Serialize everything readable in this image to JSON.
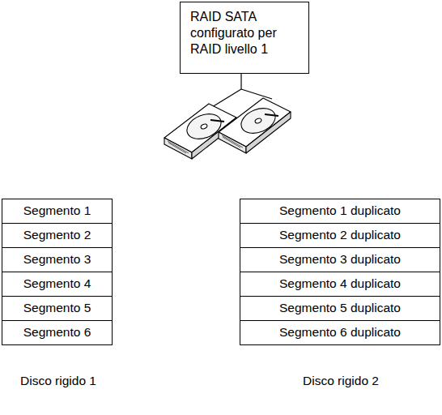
{
  "diagram": {
    "nodes": [
      {
        "text": [
          "RAID SATA configurato per RAID livello 1"
        ]
      }
    ],
    "labels": [
      "Segmento 1",
      "Segmento 2",
      "Segmento 3",
      "Segmento 4",
      "Segmento 5",
      "Segmento 6",
      "Segmento 1 duplicato",
      "Segmento 2 duplicato",
      "Segmento 3 duplicato",
      "Segmento 4 duplicato",
      "Segmento 5 duplicato",
      "Segmento 6 duplicato",
      "Disco rigido 1",
      "Disco rigido 2"
    ]
  }
}
